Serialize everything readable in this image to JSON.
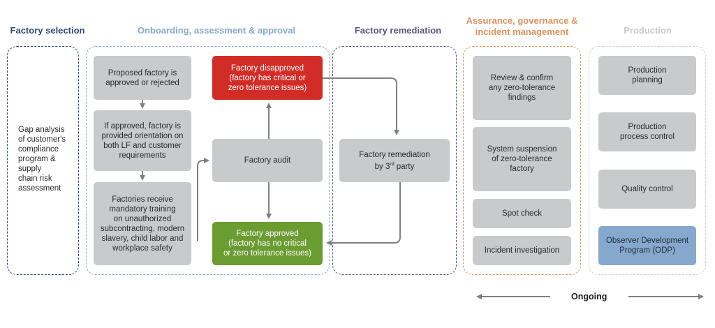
{
  "headers": {
    "factory_selection": "Factory selection",
    "onboarding": "Onboarding, assessment & approval",
    "remediation": "Factory remediation",
    "assurance": "Assurance, governance & incident management",
    "production": "Production"
  },
  "colors": {
    "factory_selection": "#2e4a6e",
    "onboarding": "#87a9cc",
    "remediation": "#5e5378",
    "assurance": "#e0925a",
    "production": "#c8c8c8",
    "disapproved": "#d22c27",
    "approved": "#6b9c32",
    "odp": "#86a8cc",
    "step": "#c9cacb"
  },
  "factory_selection": {
    "text": "Gap analysis\nof customer's\ncompliance\nprogram &\nsupply\nchain risk\nassessment"
  },
  "onboarding": {
    "steps": [
      "Proposed factory is\napproved or rejected",
      "If approved, factory is\nprovided orientation on\nboth LF and customer\nrequirements",
      "Factories receive\nmandatory training\non unauthorized\nsubcontracting, modern\nslavery, child labor and\nworkplace safety"
    ],
    "disapproved": "Factory disapproved\n(factory has critical or\nzero tolerance issues)",
    "audit": "Factory audit",
    "approved": "Factory approved\n(factory has no critical\nor zero tolerance issues)"
  },
  "remediation": {
    "text_main": "Factory remediation\nby 3",
    "text_sup": "rd",
    "text_tail": " party"
  },
  "assurance": {
    "items": [
      "Review & confirm\nany zero-tolerance\nfindings",
      "System suspension\nof zero-tolerance\nfactory",
      "Spot check",
      "Incident investigation"
    ]
  },
  "production": {
    "items": [
      "Production\nplanning",
      "Production\nprocess control",
      "Quality control",
      "Observer Development\nProgram (ODP)"
    ]
  },
  "footer": {
    "ongoing": "Ongoing"
  }
}
